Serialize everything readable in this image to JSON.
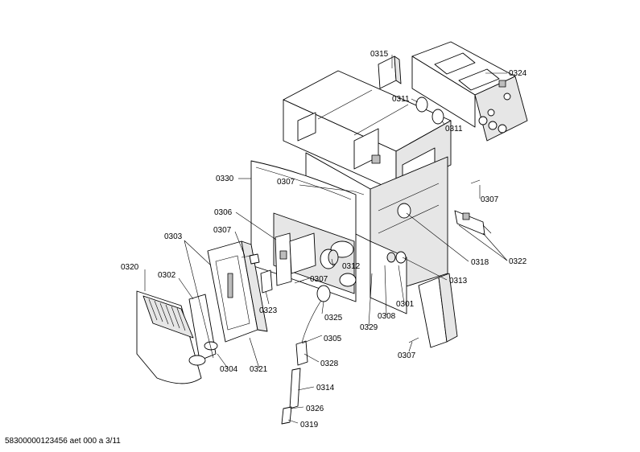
{
  "labels": {
    "p0315": "0315",
    "p0324": "0324",
    "p0311a": "0311",
    "p0311b": "0311",
    "p0330": "0330",
    "p0307a": "0307",
    "p0307b": "0307",
    "p0306": "0306",
    "p0307c": "0307",
    "p0303": "0303",
    "p0320": "0320",
    "p0302": "0302",
    "p0312": "0312",
    "p0307d": "0307",
    "p0323": "0323",
    "p0325": "0325",
    "p0305": "0305",
    "p0328": "0328",
    "p0314": "0314",
    "p0326": "0326",
    "p0319": "0319",
    "p0304": "0304",
    "p0321": "0321",
    "p0329": "0329",
    "p0308": "0308",
    "p0301": "0301",
    "p0313": "0313",
    "p0318": "0318",
    "p0322": "0322",
    "p0307e": "0307"
  },
  "footer_text": "58300000123456 aet 000 a 3/11"
}
